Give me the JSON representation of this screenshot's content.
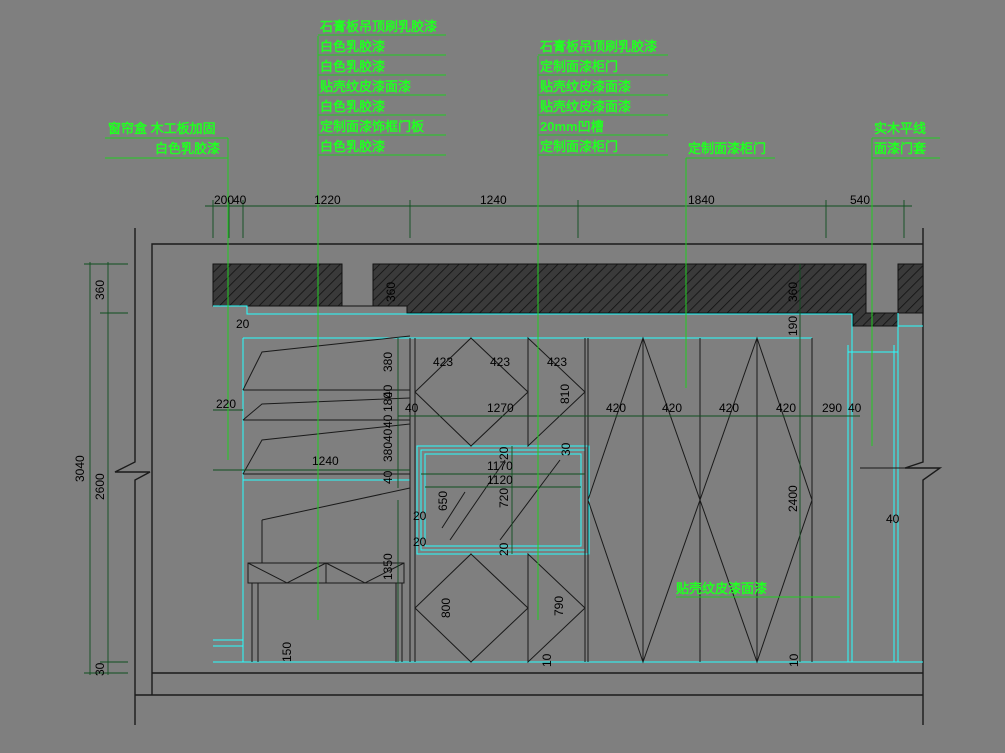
{
  "colors": {
    "background": "#7f7f7f",
    "wall": "#1a1a1a",
    "outline": "#27ffff",
    "annotation": "#22ff22",
    "leader": "#22aa22",
    "dimension": "#0f4f1f",
    "dim_text": "#000000",
    "hatch": "#111111"
  },
  "annotations": {
    "left_upper": "窗帘盒 木工板加固",
    "left_lower": "白色乳胶漆",
    "col1": [
      "石膏板吊顶刷乳胶漆",
      "白色乳胶漆",
      "白色乳胶漆",
      "贴壳纹皮漆面漆",
      "白色乳胶漆",
      "定制面漆饰框门板",
      "白色乳胶漆"
    ],
    "col2": [
      "石膏板吊顶刷乳胶漆",
      "定制面漆柜门",
      "贴壳纹皮漆面漆",
      "贴壳纹皮漆面漆",
      "20mm凹槽",
      "定制面漆柜门"
    ],
    "mid": "定制面漆柜门",
    "right": [
      "实木平线",
      "面漆门套"
    ],
    "bottom": "贴壳纹皮漆面漆"
  },
  "dimensions": {
    "top": [
      "200",
      "40",
      "1220",
      "1240",
      "1840",
      "540"
    ],
    "left_heights": [
      "360",
      "2600",
      "30"
    ],
    "total_height": "3040",
    "ceiling_drop_1": "360",
    "ceiling_drop_2": "360",
    "gap_20": "20",
    "shelf_depth": "220",
    "shelf_spacing": [
      "380",
      "40",
      "180",
      "40",
      "40",
      "380",
      "40"
    ],
    "shelf_width": "1240",
    "desk_height": "1350",
    "desk_leg": "150",
    "cabinet_widths": [
      "40",
      "1270",
      "420",
      "420",
      "420",
      "420",
      "290",
      "40"
    ],
    "diamonds_top": [
      "423",
      "423",
      "423"
    ],
    "diamond_upper_height": "810",
    "frame_width_outer": "1170",
    "frame_width_inner": "1120",
    "frame_height_outer": "650",
    "frame_height_inner": "720",
    "frame_gaps": [
      "20",
      "20",
      "20",
      "20",
      "30"
    ],
    "diamond_lower_left": "800",
    "diamond_lower_right": "790",
    "bottom_gap_left": "10",
    "bottom_gap_right": "10",
    "ceiling_right_drop": "190",
    "cabinet_height": "2400",
    "door_gap": "40"
  }
}
